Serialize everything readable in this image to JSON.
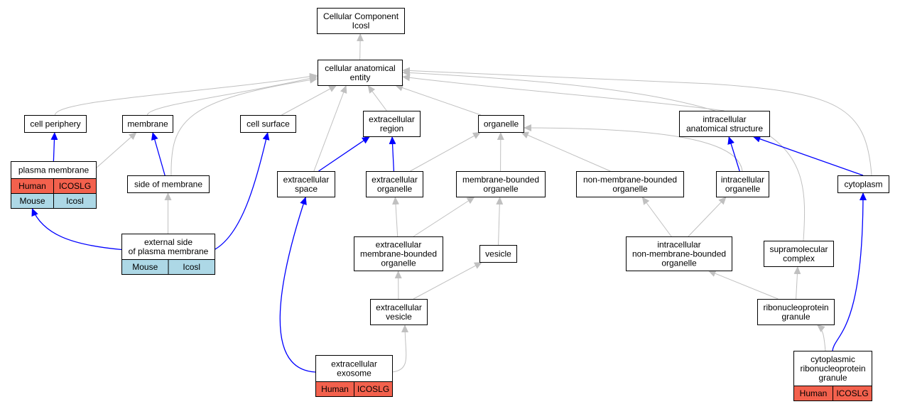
{
  "colors": {
    "isa_edge": "#c0c0c0",
    "partof_edge": "#0000ff",
    "human_cell": "#f3614d",
    "mouse_cell": "#add8e6",
    "node_border": "#000000",
    "node_fill": "#ffffff"
  },
  "nodes": {
    "root": {
      "lines": [
        "Cellular Component",
        "Icosl"
      ]
    },
    "cae": {
      "lines": [
        "cellular anatomical",
        "entity"
      ]
    },
    "cell_periphery": {
      "lines": [
        "cell periphery"
      ]
    },
    "membrane": {
      "lines": [
        "membrane"
      ]
    },
    "cell_surface": {
      "lines": [
        "cell surface"
      ]
    },
    "ec_region": {
      "lines": [
        "extracellular",
        "region"
      ]
    },
    "organelle": {
      "lines": [
        "organelle"
      ]
    },
    "ias": {
      "lines": [
        "intracellular",
        "anatomical structure"
      ]
    },
    "plasma_membrane": {
      "lines": [
        "plasma membrane"
      ],
      "genes": [
        [
          "Human",
          "ICOSLG"
        ],
        [
          "Mouse",
          "Icosl"
        ]
      ]
    },
    "side_of_membrane": {
      "lines": [
        "side of membrane"
      ]
    },
    "ec_space": {
      "lines": [
        "extracellular",
        "space"
      ]
    },
    "ec_organelle": {
      "lines": [
        "extracellular",
        "organelle"
      ]
    },
    "mb_organelle": {
      "lines": [
        "membrane-bounded",
        "organelle"
      ]
    },
    "nmb_organelle": {
      "lines": [
        "non-membrane-bounded",
        "organelle"
      ]
    },
    "ic_organelle": {
      "lines": [
        "intracellular",
        "organelle"
      ]
    },
    "cytoplasm": {
      "lines": [
        "cytoplasm"
      ]
    },
    "ext_side_pm": {
      "lines": [
        "external side",
        "of plasma membrane"
      ],
      "genes": [
        [
          "Mouse",
          "Icosl"
        ]
      ]
    },
    "ec_mb_organelle": {
      "lines": [
        "extracellular",
        "membrane-bounded",
        "organelle"
      ]
    },
    "vesicle": {
      "lines": [
        "vesicle"
      ]
    },
    "ic_nmb_organelle": {
      "lines": [
        "intracellular",
        "non-membrane-bounded",
        "organelle"
      ]
    },
    "supramolecular": {
      "lines": [
        "supramolecular",
        "complex"
      ]
    },
    "ec_vesicle": {
      "lines": [
        "extracellular",
        "vesicle"
      ]
    },
    "rnp_granule": {
      "lines": [
        "ribonucleoprotein",
        "granule"
      ]
    },
    "ec_exosome": {
      "lines": [
        "extracellular",
        "exosome"
      ],
      "genes": [
        [
          "Human",
          "ICOSLG"
        ]
      ]
    },
    "cyto_rnp_granule": {
      "lines": [
        "cytoplasmic",
        "ribonucleoprotein",
        "granule"
      ],
      "genes": [
        [
          "Human",
          "ICOSLG"
        ]
      ]
    }
  },
  "edges": [
    {
      "from": "cae",
      "to": "root",
      "type": "is_a"
    },
    {
      "from": "cell_periphery",
      "to": "cae",
      "type": "is_a"
    },
    {
      "from": "membrane",
      "to": "cae",
      "type": "is_a"
    },
    {
      "from": "cell_surface",
      "to": "cae",
      "type": "is_a"
    },
    {
      "from": "ec_region",
      "to": "cae",
      "type": "is_a"
    },
    {
      "from": "organelle",
      "to": "cae",
      "type": "is_a"
    },
    {
      "from": "ias",
      "to": "cae",
      "type": "is_a"
    },
    {
      "from": "side_of_membrane",
      "to": "cae",
      "type": "is_a"
    },
    {
      "from": "ec_space",
      "to": "cae",
      "type": "is_a"
    },
    {
      "from": "supramolecular",
      "to": "cae",
      "type": "is_a"
    },
    {
      "from": "cytoplasm",
      "to": "cae",
      "type": "is_a"
    },
    {
      "from": "plasma_membrane",
      "to": "cell_periphery",
      "type": "part_of"
    },
    {
      "from": "plasma_membrane",
      "to": "membrane",
      "type": "is_a"
    },
    {
      "from": "side_of_membrane",
      "to": "membrane",
      "type": "part_of"
    },
    {
      "from": "ec_space",
      "to": "ec_region",
      "type": "part_of"
    },
    {
      "from": "ec_organelle",
      "to": "ec_region",
      "type": "part_of"
    },
    {
      "from": "ec_organelle",
      "to": "organelle",
      "type": "is_a"
    },
    {
      "from": "mb_organelle",
      "to": "organelle",
      "type": "is_a"
    },
    {
      "from": "nmb_organelle",
      "to": "organelle",
      "type": "is_a"
    },
    {
      "from": "ic_organelle",
      "to": "organelle",
      "type": "is_a"
    },
    {
      "from": "ic_organelle",
      "to": "ias",
      "type": "part_of"
    },
    {
      "from": "cytoplasm",
      "to": "ias",
      "type": "part_of"
    },
    {
      "from": "ext_side_pm",
      "to": "plasma_membrane",
      "type": "part_of"
    },
    {
      "from": "ext_side_pm",
      "to": "side_of_membrane",
      "type": "is_a"
    },
    {
      "from": "ext_side_pm",
      "to": "cell_surface",
      "type": "part_of"
    },
    {
      "from": "ec_mb_organelle",
      "to": "ec_organelle",
      "type": "is_a"
    },
    {
      "from": "ec_mb_organelle",
      "to": "mb_organelle",
      "type": "is_a"
    },
    {
      "from": "vesicle",
      "to": "mb_organelle",
      "type": "is_a"
    },
    {
      "from": "ic_nmb_organelle",
      "to": "nmb_organelle",
      "type": "is_a"
    },
    {
      "from": "ic_nmb_organelle",
      "to": "ic_organelle",
      "type": "is_a"
    },
    {
      "from": "ec_vesicle",
      "to": "ec_mb_organelle",
      "type": "is_a"
    },
    {
      "from": "ec_vesicle",
      "to": "vesicle",
      "type": "is_a"
    },
    {
      "from": "rnp_granule",
      "to": "ic_nmb_organelle",
      "type": "is_a"
    },
    {
      "from": "rnp_granule",
      "to": "supramolecular",
      "type": "is_a"
    },
    {
      "from": "ec_exosome",
      "to": "ec_space",
      "type": "part_of"
    },
    {
      "from": "ec_exosome",
      "to": "ec_vesicle",
      "type": "is_a"
    },
    {
      "from": "cyto_rnp_granule",
      "to": "rnp_granule",
      "type": "is_a"
    },
    {
      "from": "cyto_rnp_granule",
      "to": "cytoplasm",
      "type": "part_of"
    }
  ]
}
